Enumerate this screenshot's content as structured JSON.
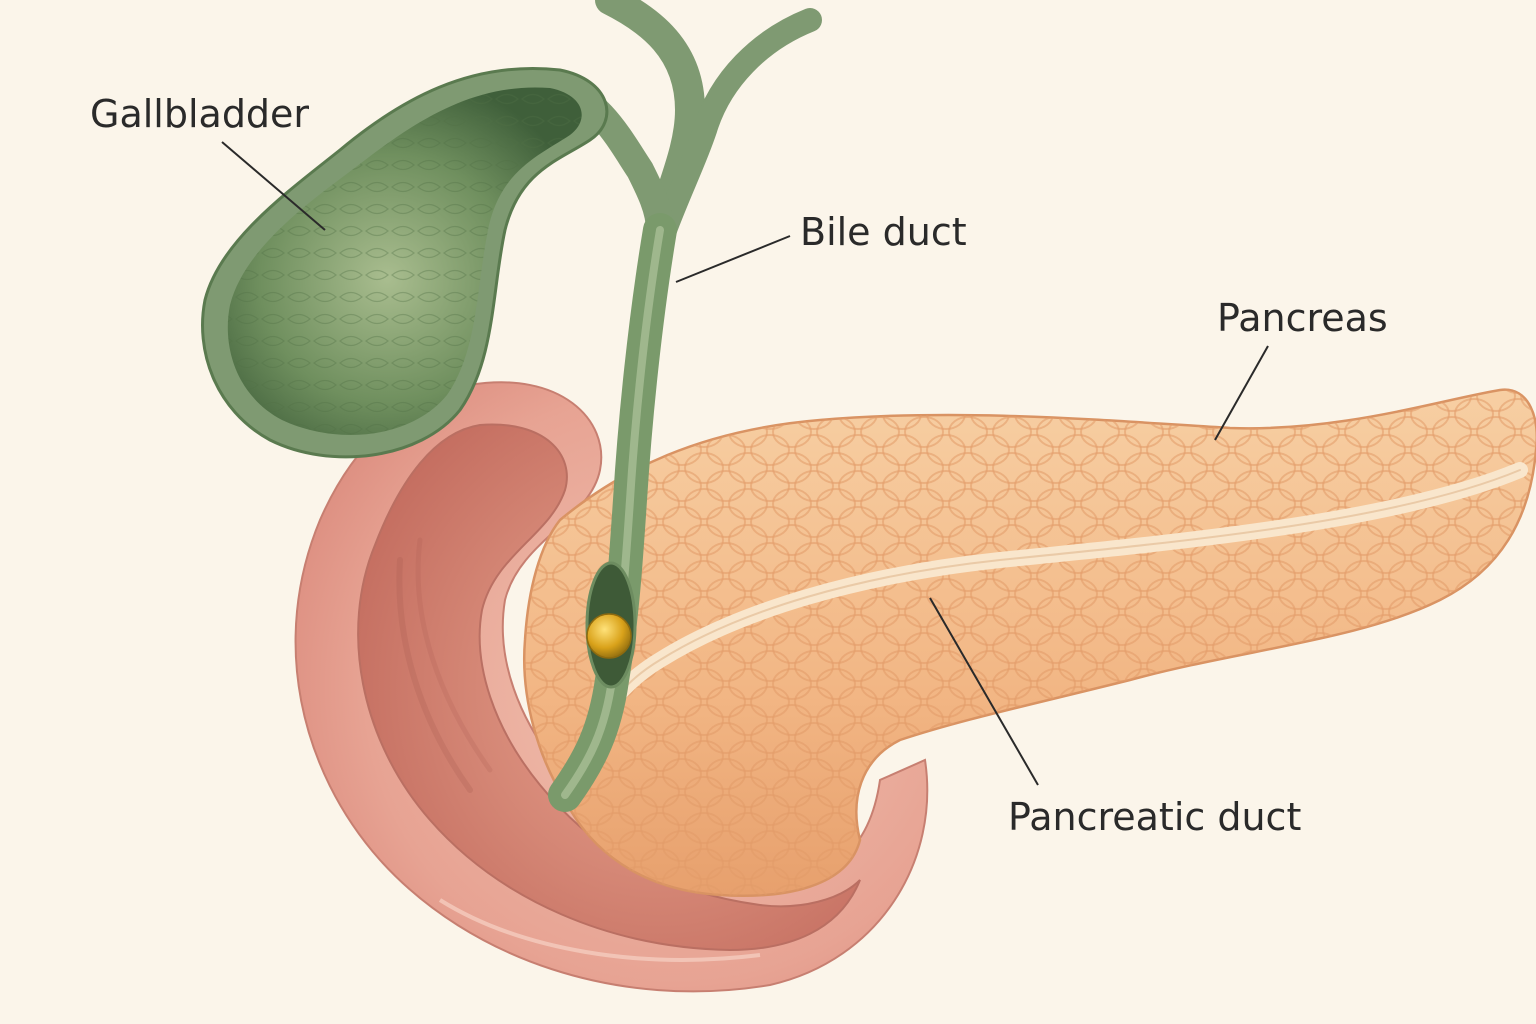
{
  "labels": {
    "gallbladder": "Gallbladder",
    "bile_duct": "Bile duct",
    "pancreas": "Pancreas",
    "pancreatic_duct": "Pancreatic duct"
  },
  "colors": {
    "background": "#fbf5ea",
    "gallbladder": "#5f7f52",
    "bile_duct": "#7f9a72",
    "pancreas": "#f4bd8c",
    "duodenum": "#e8a294",
    "gallstone": "#d9a21a",
    "leader_line": "#2a2a2a"
  }
}
